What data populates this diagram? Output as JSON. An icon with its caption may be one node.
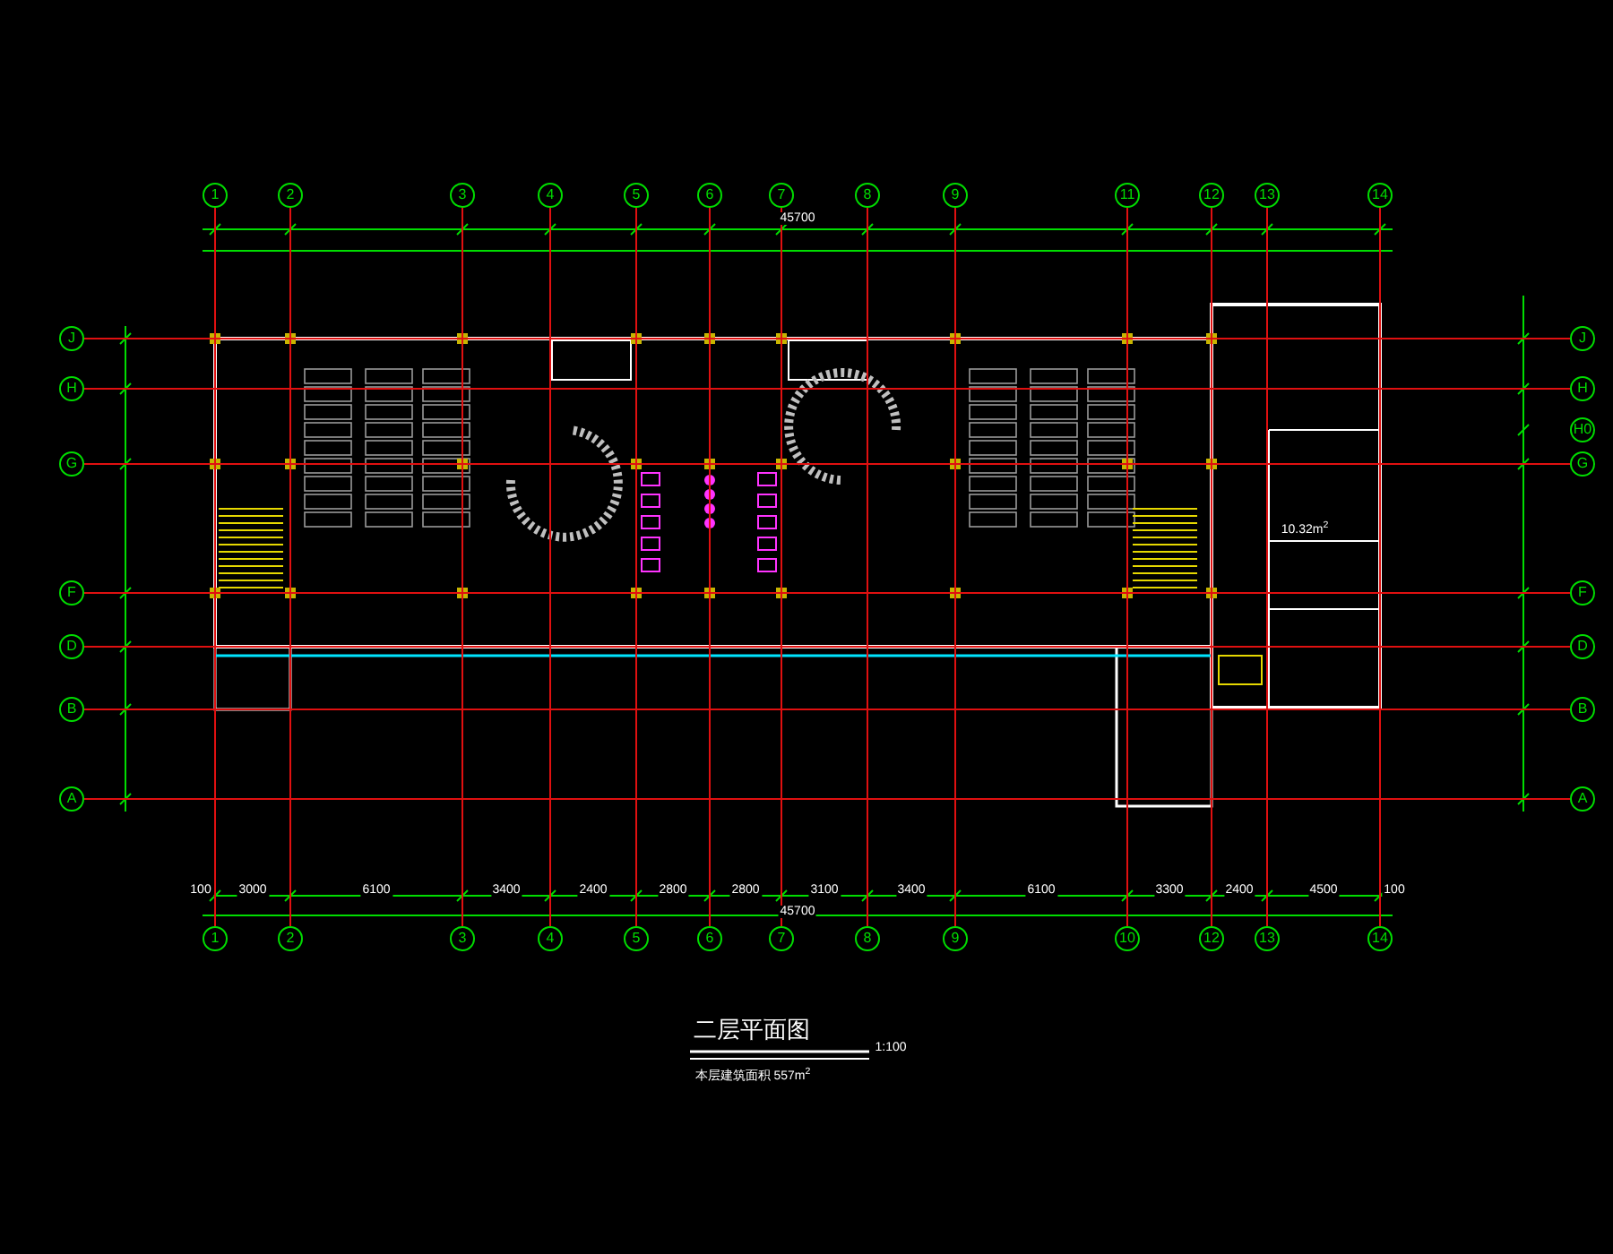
{
  "diagram": {
    "title": "二层平面图",
    "nodes": [
      {
        "text": [
          "1"
        ]
      },
      {
        "text": [
          "2"
        ]
      },
      {
        "text": [
          "3"
        ]
      },
      {
        "text": [
          "4"
        ]
      },
      {
        "text": [
          "5"
        ]
      },
      {
        "text": [
          "6"
        ]
      },
      {
        "text": [
          "7"
        ]
      },
      {
        "text": [
          "8"
        ]
      },
      {
        "text": [
          "9"
        ]
      },
      {
        "text": [
          "11"
        ]
      },
      {
        "text": [
          "12"
        ]
      },
      {
        "text": [
          "13"
        ]
      },
      {
        "text": [
          "14"
        ]
      },
      {
        "text": [
          "1"
        ]
      },
      {
        "text": [
          "2"
        ]
      },
      {
        "text": [
          "3"
        ]
      },
      {
        "text": [
          "4"
        ]
      },
      {
        "text": [
          "5"
        ]
      },
      {
        "text": [
          "6"
        ]
      },
      {
        "text": [
          "7"
        ]
      },
      {
        "text": [
          "8"
        ]
      },
      {
        "text": [
          "9"
        ]
      },
      {
        "text": [
          "10"
        ]
      },
      {
        "text": [
          "12"
        ]
      },
      {
        "text": [
          "13"
        ]
      },
      {
        "text": [
          "14"
        ]
      },
      {
        "text": [
          "J"
        ]
      },
      {
        "text": [
          "H"
        ]
      },
      {
        "text": [
          "G"
        ]
      },
      {
        "text": [
          "F"
        ]
      },
      {
        "text": [
          "D"
        ]
      },
      {
        "text": [
          "B"
        ]
      },
      {
        "text": [
          "A"
        ]
      },
      {
        "text": [
          "J"
        ]
      },
      {
        "text": [
          "H"
        ]
      },
      {
        "text": [
          "H0"
        ]
      },
      {
        "text": [
          "G"
        ]
      },
      {
        "text": [
          "F"
        ]
      },
      {
        "text": [
          "D"
        ]
      },
      {
        "text": [
          "B"
        ]
      },
      {
        "text": [
          "A"
        ]
      }
    ],
    "edges": [
      {
        "from": 0,
        "to": 13,
        "arrow": "none"
      },
      {
        "from": 1,
        "to": 14,
        "arrow": "none"
      },
      {
        "from": 2,
        "to": 15,
        "arrow": "none"
      },
      {
        "from": 3,
        "to": 16,
        "arrow": "none"
      },
      {
        "from": 4,
        "to": 17,
        "arrow": "none"
      },
      {
        "from": 5,
        "to": 18,
        "arrow": "none"
      },
      {
        "from": 6,
        "to": 19,
        "arrow": "none"
      },
      {
        "from": 7,
        "to": 20,
        "arrow": "none"
      },
      {
        "from": 8,
        "to": 21,
        "arrow": "none"
      },
      {
        "from": 9,
        "to": 22,
        "arrow": "none"
      },
      {
        "from": 10,
        "to": 23,
        "arrow": "none"
      },
      {
        "from": 11,
        "to": 24,
        "arrow": "none"
      },
      {
        "from": 12,
        "to": 25,
        "arrow": "none"
      },
      {
        "from": 26,
        "to": 33,
        "arrow": "none"
      },
      {
        "from": 27,
        "to": 34,
        "arrow": "none"
      },
      {
        "from": 28,
        "to": 36,
        "arrow": "none"
      },
      {
        "from": 29,
        "to": 37,
        "arrow": "none"
      },
      {
        "from": 30,
        "to": 38,
        "arrow": "none"
      },
      {
        "from": 31,
        "to": 39,
        "arrow": "none"
      },
      {
        "from": 32,
        "to": 40,
        "arrow": "none"
      }
    ],
    "labels": [
      "45700",
      "10.32m$^{2}$",
      "100",
      "3000",
      "6100",
      "3400",
      "2400",
      "2800",
      "2800",
      "3100",
      "3400",
      "6100",
      "3300",
      "2400",
      "4500",
      "100",
      "45700",
      "1:100",
      "本层建筑面积 557m$^{2}$"
    ]
  }
}
